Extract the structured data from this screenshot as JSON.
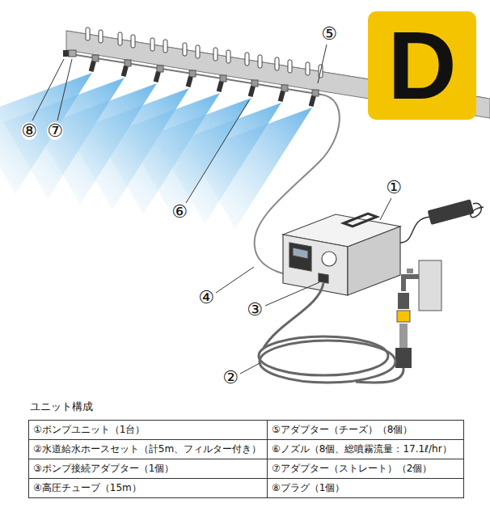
{
  "diagram": {
    "title": "ユニット構成",
    "nodes": [
      {
        "text": [
          "D"
        ]
      }
    ],
    "labels": [
      "⑤",
      "⑧",
      "⑦",
      "①",
      "⑥",
      "④",
      "③",
      "②",
      "①ポンプユニット（1台）",
      "⑤アダプター（チーズ）（8個）",
      "②水道給水ホースセット（計5m、フィルター付き）",
      "⑥ノズル（8個、総噴霧流量：17.1ℓ/hr）",
      "③ポンプ接続アダプター（1個）",
      "⑦アダプター（ストレート）（2個）",
      "④高圧チューブ（15m）",
      "⑧プラグ（1個）"
    ]
  }
}
